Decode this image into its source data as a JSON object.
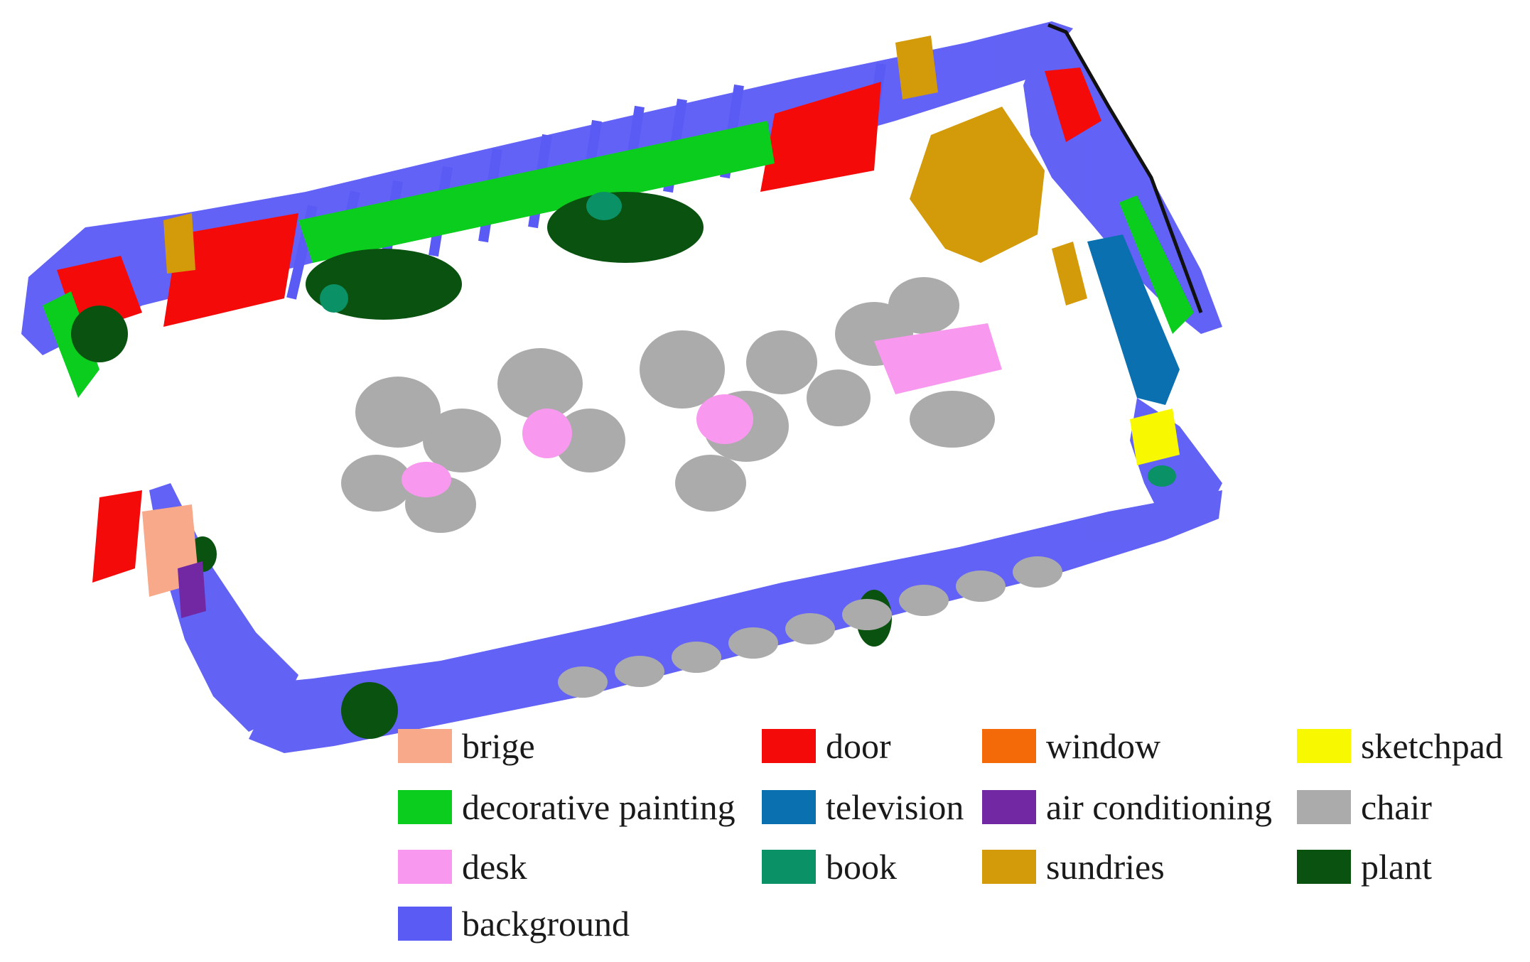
{
  "figure": "semantic-segmentation-point-cloud-top-view",
  "legend": [
    {
      "label": "brige",
      "color": "#F7A98A"
    },
    {
      "label": "door",
      "color": "#F50A0A"
    },
    {
      "label": "window",
      "color": "#F56A08"
    },
    {
      "label": "sketchpad",
      "color": "#F8F800"
    },
    {
      "label": "decorative painting",
      "color": "#0ACD1E"
    },
    {
      "label": "television",
      "color": "#0A70B0"
    },
    {
      "label": "air conditioning",
      "color": "#7228A3"
    },
    {
      "label": "chair",
      "color": "#ABABAB"
    },
    {
      "label": "desk",
      "color": "#F898EE"
    },
    {
      "label": "book",
      "color": "#0A9165"
    },
    {
      "label": "sundries",
      "color": "#D39A0A"
    },
    {
      "label": "plant",
      "color": "#0A5210"
    },
    {
      "label": "background",
      "color": "#5A5AF5"
    }
  ]
}
